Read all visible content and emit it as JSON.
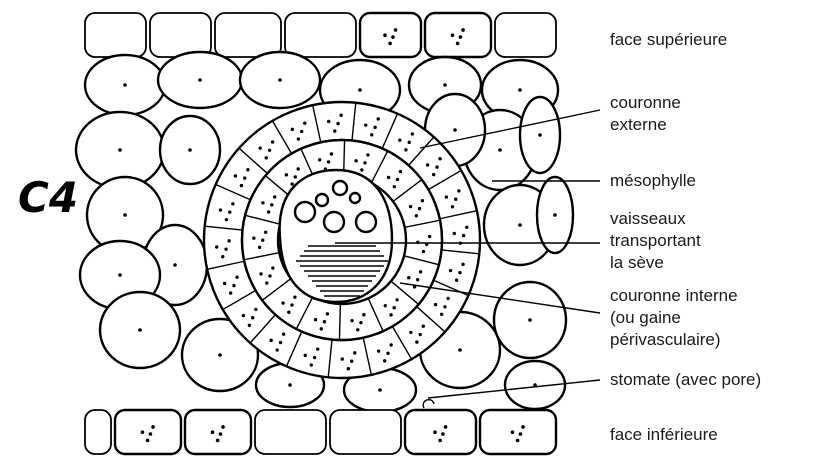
{
  "diagram": {
    "tag": "C4",
    "labels": {
      "face_superieure": "face supérieure",
      "couronne_externe_1": "couronne",
      "couronne_externe_2": "externe",
      "mesophylle": "mésophylle",
      "vaisseaux_1": "vaisseaux",
      "vaisseaux_2": "transportant",
      "vaisseaux_3": "la sève",
      "couronne_interne_1": "couronne interne",
      "couronne_interne_2": "(ou gaine",
      "couronne_interne_3": "périvasculaire)",
      "stomate": "stomate (avec pore)",
      "face_inferieure": "face inférieure"
    }
  }
}
